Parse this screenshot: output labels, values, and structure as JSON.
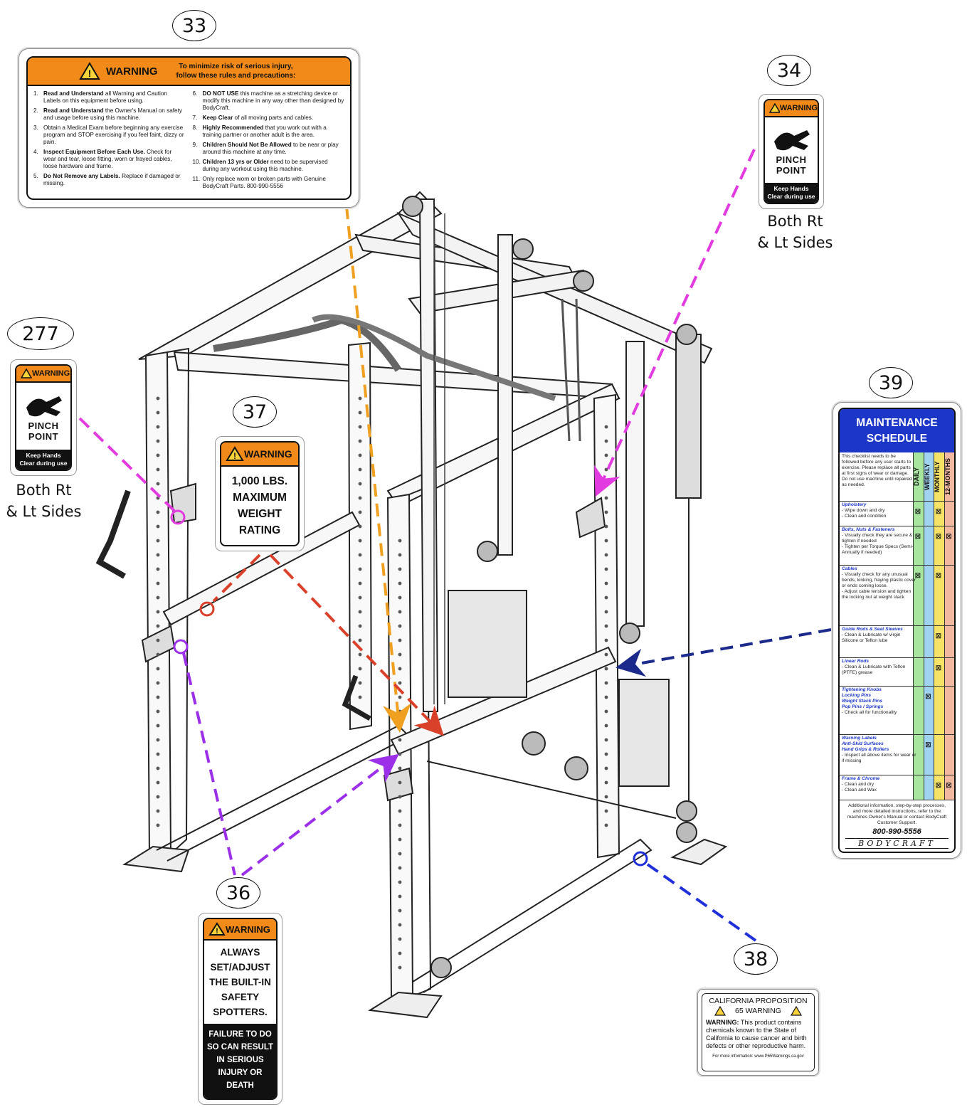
{
  "callouts": {
    "c33": "33",
    "c34": "34",
    "c277": "277",
    "c37": "37",
    "c39": "39",
    "c36": "36",
    "c38": "38"
  },
  "side_notes": {
    "line1": "Both Rt",
    "line2": "& Lt Sides"
  },
  "label_33": {
    "header_word": "WARNING",
    "header_text_1": "To minimize risk of serious injury,",
    "header_text_2": "follow these rules and precautions:",
    "rules": [
      {
        "n": "1.",
        "b": "Read and Understand",
        "t": " all Warning and Caution Labels on this equipment before using."
      },
      {
        "n": "2.",
        "b": "Read and Understand",
        "t": " the Owner's Manual on safety and usage before using this machine."
      },
      {
        "n": "3.",
        "b": "",
        "t": "Obtain a Medical Exam before beginning any exercise program and STOP exercising if you feel faint, dizzy or pain."
      },
      {
        "n": "4.",
        "b": "Inspect Equipment Before Each Use.",
        "t": " Check for wear and tear, loose fitting, worn or frayed cables, loose hardware and frame."
      },
      {
        "n": "5.",
        "b": "Do Not Remove any Labels.",
        "t": " Replace if damaged or missing."
      },
      {
        "n": "6.",
        "b": "DO NOT USE",
        "t": " this machine as a stretching device or modify this machine in any way other than designed by BodyCraft."
      },
      {
        "n": "7.",
        "b": "Keep Clear",
        "t": " of all moving parts and cables."
      },
      {
        "n": "8.",
        "b": "Highly Recommended",
        "t": " that you work out with a training partner or another adult is the area."
      },
      {
        "n": "9.",
        "b": "Children Should Not Be Allowed",
        "t": " to be near or play around this machine at any time."
      },
      {
        "n": "10.",
        "b": "Children 13 yrs or Older",
        "t": " need to be supervised during any workout using this machine."
      },
      {
        "n": "11.",
        "b": "",
        "t": "Only replace worn or broken parts with Genuine BodyCraft Parts. 800-990-5556"
      }
    ]
  },
  "pinch": {
    "warning": "WARNING",
    "line1": "PINCH",
    "line2": "POINT",
    "foot1": "Keep Hands",
    "foot2": "Clear during use"
  },
  "label_37": {
    "warning": "WARNING",
    "lines": [
      "1,000 LBS.",
      "MAXIMUM",
      "WEIGHT",
      "RATING"
    ]
  },
  "label_36": {
    "warning": "WARNING",
    "lines": [
      "ALWAYS",
      "SET/ADJUST",
      "THE BUILT-IN",
      "SAFETY",
      "SPOTTERS."
    ],
    "foot": [
      "FAILURE TO DO",
      "SO CAN RESULT",
      "IN SERIOUS",
      "INJURY OR",
      "DEATH"
    ]
  },
  "label_39": {
    "title1": "MAINTENANCE",
    "title2": "SCHEDULE",
    "columns": [
      "DAILY",
      "WEEKLY",
      "MONTHLY",
      "12-MONTHS"
    ],
    "intro": "This checklist needs to be followed before any user starts to exercise. Please replace all parts at first signs of wear or damage. Do not use machine until repaired as needed.",
    "sections": [
      {
        "h": "Upholstery",
        "t": "- Wipe down and dry\n- Clean and condition"
      },
      {
        "h": "Bolts, Nuts & Fasteners",
        "t": "- Visually check they are secure & tighten if needed\n- Tighten per Torque Specs (Semi-Annually if needed)"
      },
      {
        "h": "Cables",
        "t": "- Visually check for any unusual bends, kinking, fraying plastic cover or ends coming loose.\n- Adjust cable tension and tighten the locking nut at weight stack"
      },
      {
        "h": "Guide Rods & Seat Sleeves",
        "t": "- Clean & Lubricate w/ virgin Silicone or Teflon lube"
      },
      {
        "h": "Linear Rods",
        "t": "- Clean & Lubricate with Teflon (PTFE) grease"
      },
      {
        "h": "Tightening Knobs\nLocking Pins\nWeight Stack Pins\nPop Pins / Springs",
        "t": "- Check all for functionality"
      },
      {
        "h": "Warning Labels\nAnti-Skid Surfaces\nHand Grips & Rollers",
        "t": "- Inspect all above items for wear or if missing"
      },
      {
        "h": "Frame & Chrome",
        "t": "- Clean and dry\n- Clean and Wax"
      }
    ],
    "footer": "Additional information, step-by-step processes, and more detailed instructions, refer to the machines Owner's Manual or contact BodyCraft Customer Support.",
    "phone": "800-990-5556",
    "brand": "BODYCRAFT"
  },
  "label_38": {
    "title1": "CALIFORNIA PROPOSITION",
    "title2": "65 WARNING",
    "warn_word": "WARNING:",
    "text": " This product contains chemicals known to the State of California to cause cancer and birth defects or other reproductive harm.",
    "more": "For more information: www.P65Warnings.ca.gov"
  },
  "colors": {
    "warning_orange": "#f28a1a",
    "maint_blue": "#1c36c8",
    "magenta": "#e23be0",
    "purple": "#9b30e8",
    "red": "#d9412a",
    "orange_arrow": "#f0a020",
    "navy": "#1c2a8c",
    "blue_circle": "#2030d8"
  }
}
